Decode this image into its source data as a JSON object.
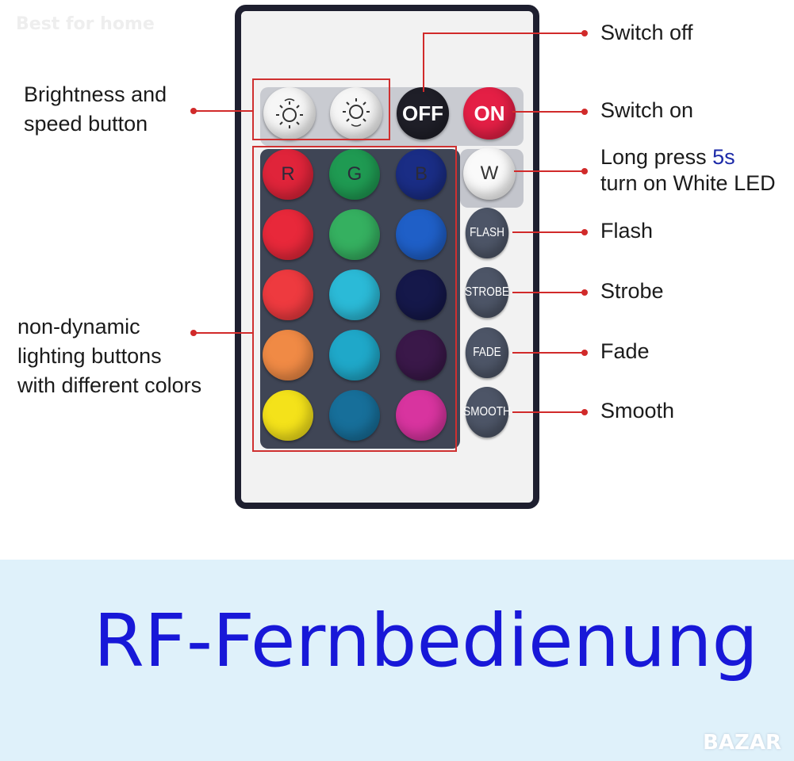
{
  "watermark_top": "Best for home",
  "watermark_bottom": "BAZAR",
  "title": "RF-Fernbedienung",
  "accent_color": "#d12a2a",
  "title_color": "#1818d8",
  "remote": {
    "brightness_icons": [
      "brightness-up-icon",
      "brightness-down-icon"
    ],
    "off_label": "OFF",
    "on_label": "ON",
    "w_label": "W",
    "rows": [
      [
        {
          "label": "R",
          "color": "#e0243a"
        },
        {
          "label": "G",
          "color": "#1f9a52"
        },
        {
          "label": "B",
          "color": "#1a2d85"
        }
      ],
      [
        {
          "label": "",
          "color": "#e8283a"
        },
        {
          "label": "",
          "color": "#35b060"
        },
        {
          "label": "",
          "color": "#1f5fc7"
        }
      ],
      [
        {
          "label": "",
          "color": "#ee3a3f"
        },
        {
          "label": "",
          "color": "#2bbad7"
        },
        {
          "label": "",
          "color": "#15184a"
        }
      ],
      [
        {
          "label": "",
          "color": "#f08a45"
        },
        {
          "label": "",
          "color": "#1fa8c9"
        },
        {
          "label": "",
          "color": "#3a1849"
        }
      ],
      [
        {
          "label": "",
          "color": "#f4e21a"
        },
        {
          "label": "",
          "color": "#176f9a"
        },
        {
          "label": "",
          "color": "#d8349f"
        }
      ]
    ],
    "mode_buttons": [
      "FLASH",
      "STROBE",
      "FADE",
      "SMOOTH"
    ]
  },
  "callouts": {
    "brightness_line1": "Brightness and",
    "brightness_line2": "speed button",
    "static_line1": "non-dynamic",
    "static_line2": "lighting buttons",
    "static_line3": "with different colors",
    "switch_off": "Switch off",
    "switch_on": "Switch on",
    "long_press_prefix": "Long press ",
    "long_press_highlight": "5s",
    "long_press_line2": "turn on White LED",
    "flash": "Flash",
    "strobe": "Strobe",
    "fade": "Fade",
    "smooth": "Smooth"
  }
}
